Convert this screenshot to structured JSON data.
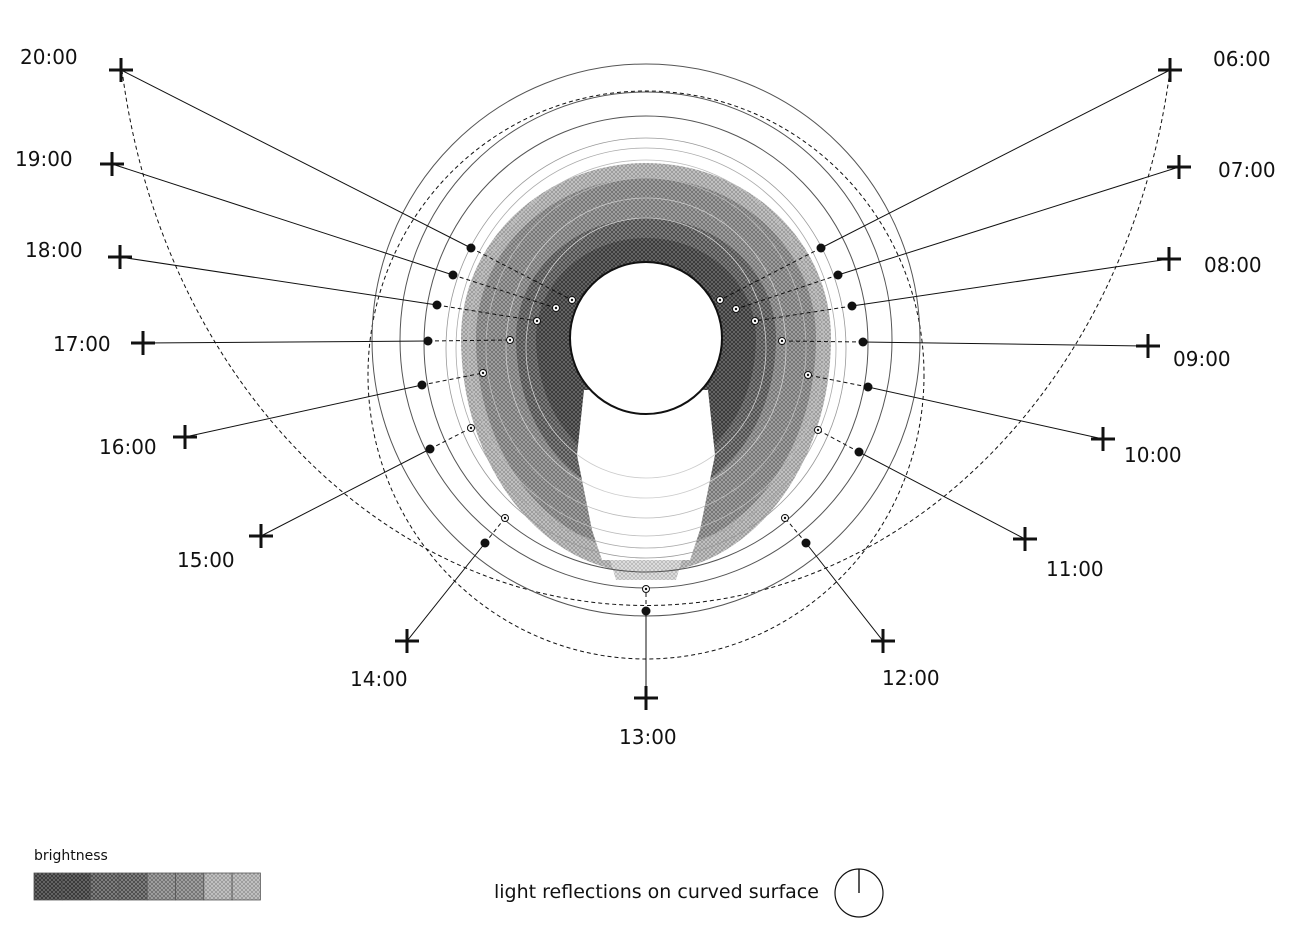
{
  "legend": {
    "title": "brightness",
    "swatch_count": 8
  },
  "caption": "light reflections on curved surface",
  "compass_icon": "north-arrow-icon",
  "hours": [
    {
      "label": "06:00"
    },
    {
      "label": "07:00"
    },
    {
      "label": "08:00"
    },
    {
      "label": "09:00"
    },
    {
      "label": "10:00"
    },
    {
      "label": "11:00"
    },
    {
      "label": "12:00"
    },
    {
      "label": "13:00"
    },
    {
      "label": "14:00"
    },
    {
      "label": "15:00"
    },
    {
      "label": "16:00"
    },
    {
      "label": "17:00"
    },
    {
      "label": "18:00"
    },
    {
      "label": "19:00"
    },
    {
      "label": "20:00"
    }
  ],
  "colors": {
    "ink": "#111111",
    "ring": "#555555",
    "ring_light": "#bbbbbb",
    "hatch_dark": "#555555",
    "hatch_light": "#aaaaaa"
  }
}
